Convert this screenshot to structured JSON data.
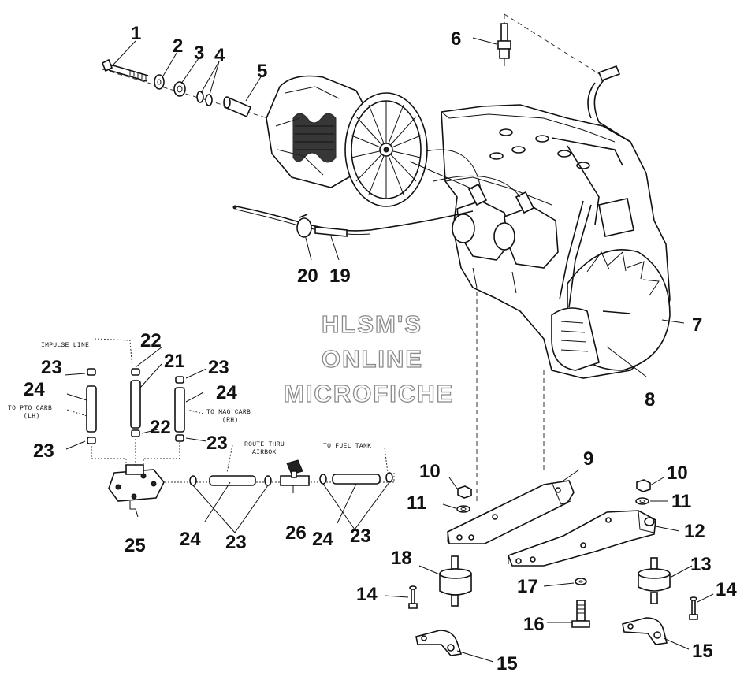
{
  "callouts": {
    "p1": "1",
    "p2": "2",
    "p3": "3",
    "p4": "4",
    "p5": "5",
    "p6": "6",
    "p7": "7",
    "p8": "8",
    "p9": "9",
    "p10a": "10",
    "p10b": "10",
    "p11a": "11",
    "p11b": "11",
    "p12": "12",
    "p13": "13",
    "p14a": "14",
    "p14b": "14",
    "p15a": "15",
    "p15b": "15",
    "p16": "16",
    "p17": "17",
    "p18": "18",
    "p19": "19",
    "p20": "20",
    "p21": "21",
    "p22a": "22",
    "p22b": "22",
    "p23a": "23",
    "p23b": "23",
    "p23c": "23",
    "p23d": "23",
    "p23e": "23",
    "p23f": "23",
    "p24a": "24",
    "p24b": "24",
    "p24c": "24",
    "p24d": "24",
    "p25": "25",
    "p26": "26"
  },
  "notes": {
    "impulse_line": "IMPULSE LINE",
    "to_pto_carb": "TO PTO CARB",
    "lh": "(LH)",
    "to_mag_carb": "TO MAG CARB",
    "rh": "(RH)",
    "route_thru": "ROUTE THRU",
    "airbox": "AIRBOX",
    "to_fuel_tank": "TO FUEL TANK"
  },
  "watermark": {
    "line1": "HLSM'S",
    "line2": "ONLINE",
    "line3": "MICROFICHE"
  }
}
